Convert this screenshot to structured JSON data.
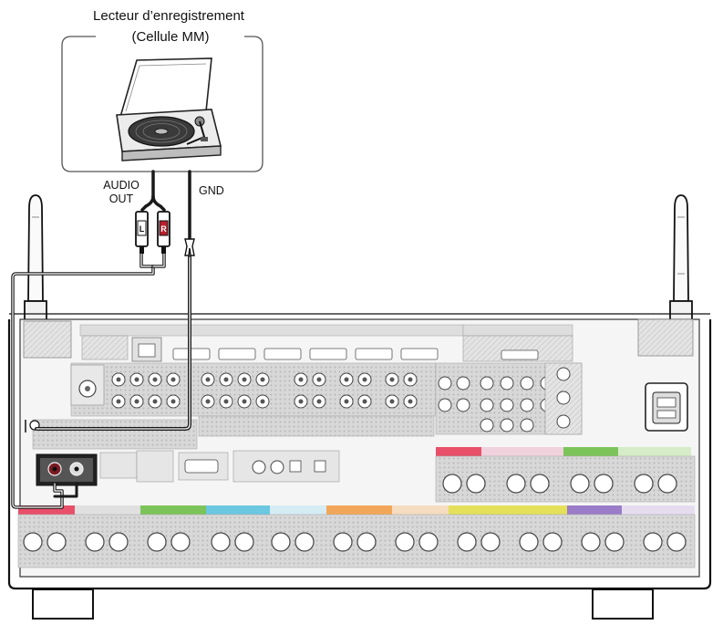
{
  "device": {
    "title_line1": "Lecteur d’enregistrement",
    "title_line2": "(Cellule MM)"
  },
  "cables": {
    "audio_out_line1": "AUDIO",
    "audio_out_line2": "OUT",
    "gnd": "GND"
  },
  "plug_letters": {
    "left": "L",
    "right": "R"
  },
  "colors": {
    "cable": "#1a1a1a",
    "rca_right": "#b8202c",
    "panel_bg": "#f4f4f4",
    "zone_red": "#e8506a",
    "zone_green": "#7cc45a",
    "zone_cyan": "#6cc7e0",
    "zone_orange": "#f2a65a",
    "zone_yellow": "#e4e05a",
    "zone_purple": "#9a7cc8",
    "zone_pink": "#e88ab4"
  }
}
